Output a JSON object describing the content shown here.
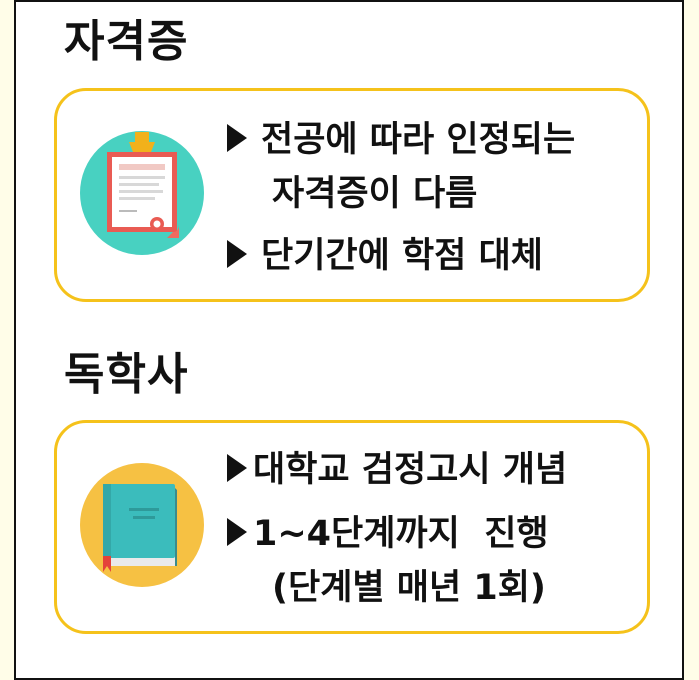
{
  "section1": {
    "title": "자격증",
    "bullet1": "전공에 따라 인정되는",
    "bullet1_cont": "자격증이 다름",
    "bullet2": "단기간에 학점 대체"
  },
  "section2": {
    "title": "독학사",
    "bullet1": "대학교 검정고시 개념",
    "bullet2": "1~4단계까지  진행",
    "bullet2_cont": "(단계별 매년 1회)"
  },
  "colors": {
    "card_border": "#f5c21b",
    "page_bg": "#fffde8"
  }
}
